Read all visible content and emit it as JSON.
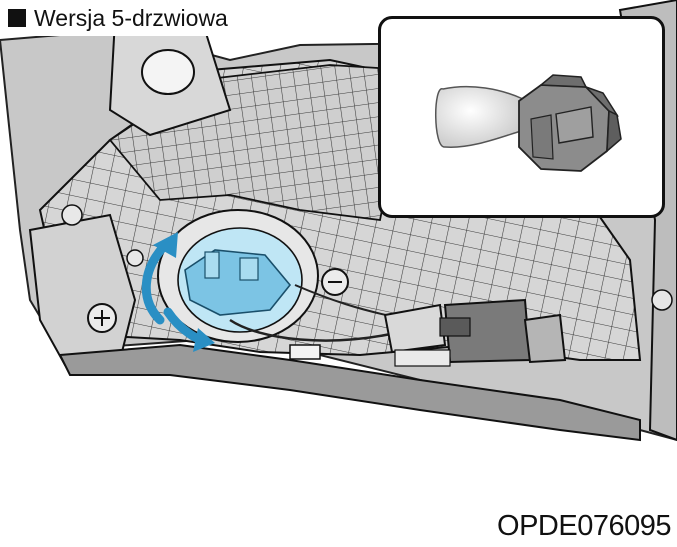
{
  "variant_label": {
    "marker": "■",
    "text": "Wersja 5-drzwiowa"
  },
  "figure_code": "OPDE076095",
  "illustration": {
    "subject": "rear-lamp-assembly",
    "icons": [
      "bulb-icon",
      "bulb-socket-icon",
      "rotate-arrow-icon",
      "screw-icon",
      "connector-icon"
    ]
  },
  "colors": {
    "housing": "#d4d4d4",
    "housing_dark": "#8a8a8a",
    "grid": "#2a2a2a",
    "socket_highlight": "#bfe6f5",
    "socket_blue": "#7cc4e4",
    "arrow": "#2a8fc4",
    "outline": "#111111"
  }
}
